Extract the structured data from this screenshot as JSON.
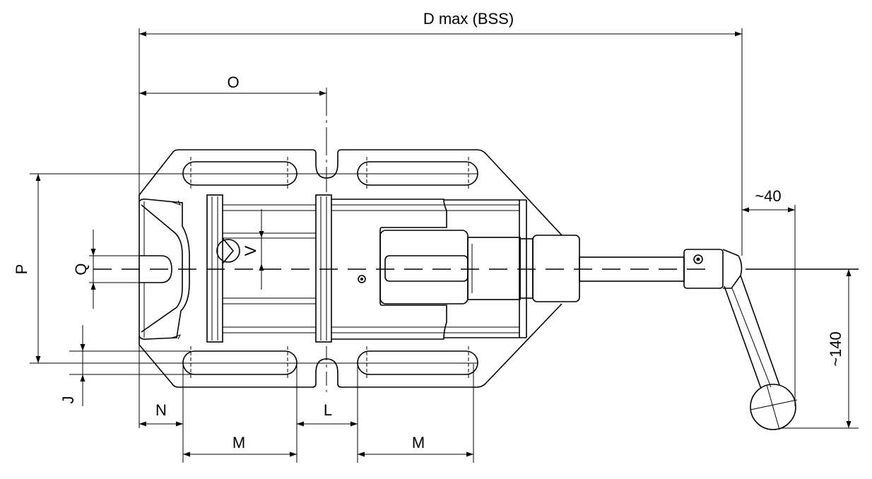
{
  "labels": {
    "d_max": "D max (BSS)",
    "o": "O",
    "p": "P",
    "q": "Q",
    "v": "V",
    "j": "J",
    "n": "N",
    "l": "L",
    "m_left": "M",
    "m_right": "M",
    "handle_offset": "~40",
    "handle_length": "~140"
  }
}
